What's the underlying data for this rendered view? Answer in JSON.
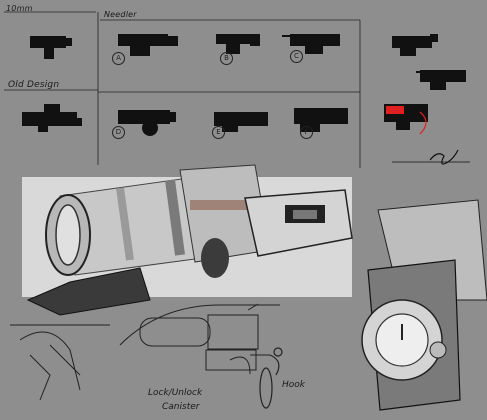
{
  "sheet": {
    "section_labels": {
      "top_left": "10mm",
      "top_middle": "Needler",
      "bottom_left": "Old Design"
    },
    "variant_letters": [
      "A",
      "B",
      "C",
      "D",
      "E",
      "F"
    ],
    "annotations": {
      "lock": "Lock/Unlock",
      "canister": "Canister",
      "hook": "Hook"
    }
  }
}
